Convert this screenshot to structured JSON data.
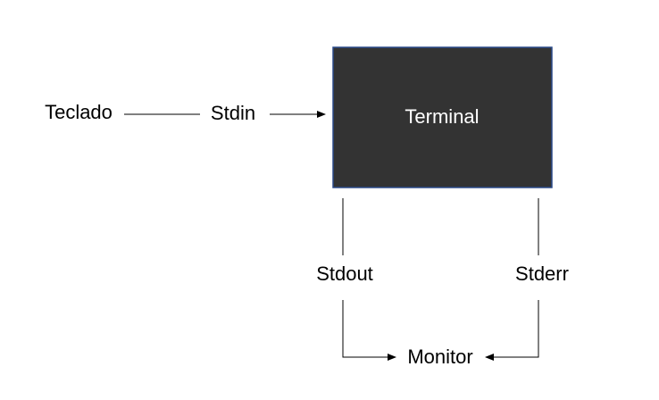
{
  "labels": {
    "keyboard": "Teclado",
    "stdin": "Stdin",
    "terminal": "Terminal",
    "stdout": "Stdout",
    "stderr": "Stderr",
    "monitor": "Monitor"
  },
  "colors": {
    "terminal_fill": "#333333",
    "terminal_border": "#2b4a8a",
    "terminal_text": "#ffffff",
    "text": "#000000",
    "line": "#000000"
  }
}
